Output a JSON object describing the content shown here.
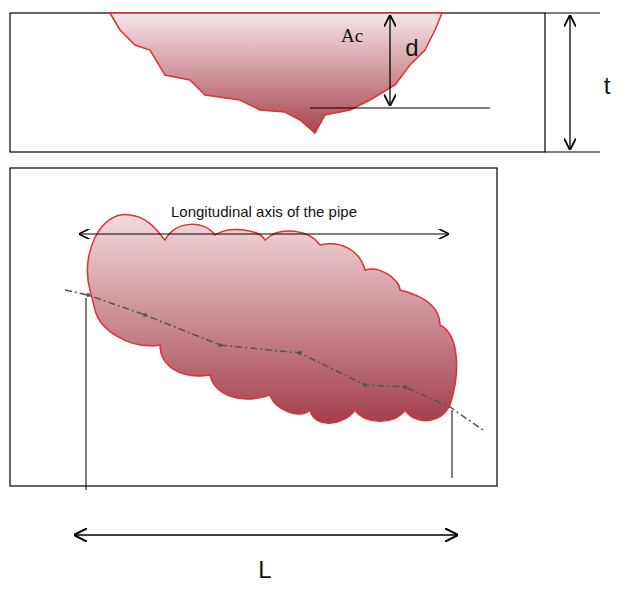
{
  "diagram": {
    "labels": [
      "Ac",
      "d",
      "t",
      "Longitudinal axis of the pipe",
      "L"
    ]
  }
}
